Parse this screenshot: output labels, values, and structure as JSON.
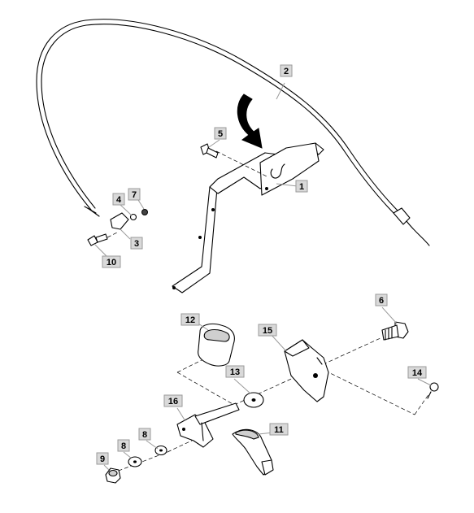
{
  "diagram": {
    "callouts": [
      {
        "id": "c1",
        "label": "1"
      },
      {
        "id": "c2",
        "label": "2"
      },
      {
        "id": "c3",
        "label": "3"
      },
      {
        "id": "c4",
        "label": "4"
      },
      {
        "id": "c5",
        "label": "5"
      },
      {
        "id": "c6",
        "label": "6"
      },
      {
        "id": "c7",
        "label": "7"
      },
      {
        "id": "c8a",
        "label": "8"
      },
      {
        "id": "c8b",
        "label": "8"
      },
      {
        "id": "c9",
        "label": "9"
      },
      {
        "id": "c10",
        "label": "10"
      },
      {
        "id": "c11",
        "label": "11"
      },
      {
        "id": "c12",
        "label": "12"
      },
      {
        "id": "c13",
        "label": "13"
      },
      {
        "id": "c14",
        "label": "14"
      },
      {
        "id": "c15",
        "label": "15"
      },
      {
        "id": "c16",
        "label": "16"
      }
    ],
    "icons": {
      "direction_arrow": "curved-arrow-icon"
    },
    "colors": {
      "callout_fill": "#d9d9d9",
      "callout_border": "#9a9a9a",
      "line": "#000000"
    }
  }
}
